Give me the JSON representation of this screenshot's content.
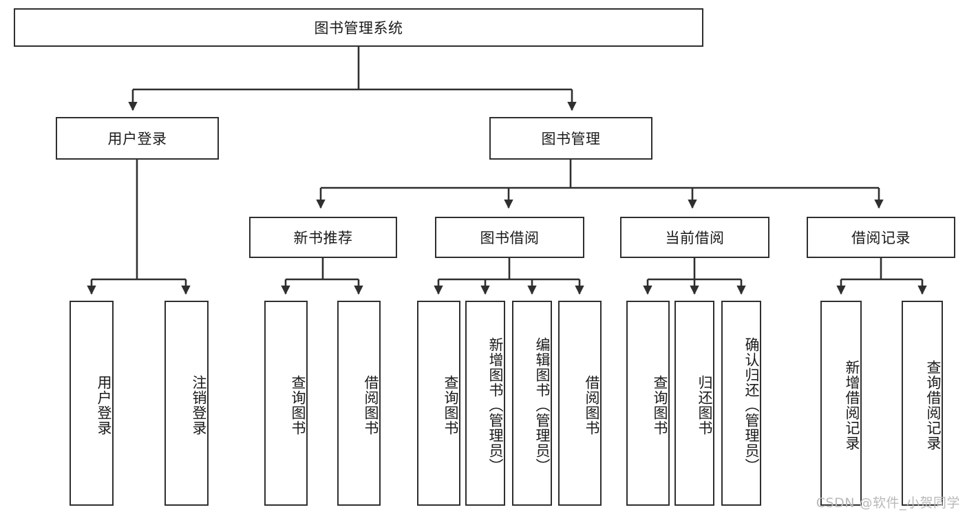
{
  "diagram": {
    "title": "图书管理系统",
    "type": "tree-hierarchy-diagram",
    "watermark": "CSDN @软件_小贺同学",
    "colors": {
      "box_border": "#2f2f2f",
      "box_fill": "#ffffff",
      "connector": "#2f2f2f",
      "text": "#1a1a1a",
      "watermark": "#b9b9b9",
      "background": "#ffffff"
    },
    "root": {
      "label": "图书管理系统"
    },
    "level2": [
      {
        "label": "用户登录"
      },
      {
        "label": "图书管理"
      }
    ],
    "level3": [
      {
        "label": "新书推荐"
      },
      {
        "label": "图书借阅"
      },
      {
        "label": "当前借阅"
      },
      {
        "label": "借阅记录"
      }
    ],
    "leaves": {
      "user_login": [
        {
          "label": "用户登录"
        },
        {
          "label": "注销登录"
        }
      ],
      "new_book_recommend": [
        {
          "label": "查询图书"
        },
        {
          "label": "借阅图书"
        }
      ],
      "book_borrow": [
        {
          "label": "查询图书"
        },
        {
          "label": "新增图书（管理员）"
        },
        {
          "label": "编辑图书（管理员）"
        },
        {
          "label": "借阅图书"
        }
      ],
      "current_borrow": [
        {
          "label": "查询图书"
        },
        {
          "label": "归还图书"
        },
        {
          "label": "确认归还（管理员）"
        }
      ],
      "borrow_record": [
        {
          "label": "新增借阅记录"
        },
        {
          "label": "查询借阅记录"
        }
      ]
    }
  }
}
